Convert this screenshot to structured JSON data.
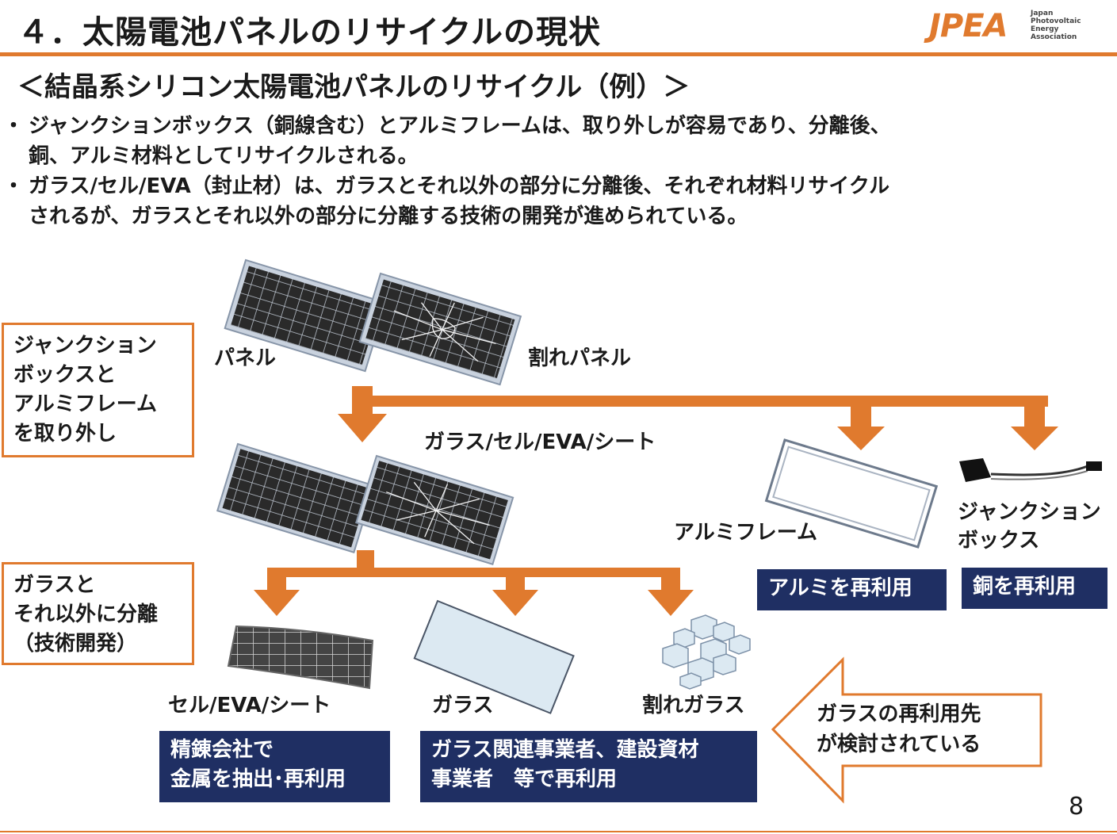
{
  "header": {
    "title": "４．太陽電池パネルのリサイクルの現状",
    "logo": {
      "mark": "JPEA",
      "lines": [
        "Japan",
        "Photovoltaic",
        "Energy",
        "Association"
      ]
    }
  },
  "subtitle": "＜結晶系シリコン太陽電池パネルのリサイクル（例）＞",
  "bullets": [
    [
      "ジャンクションボックス（銅線含む）とアルミフレームは、取り外しが容易であり、分離後、",
      "銅、アルミ材料としてリサイクルされる。"
    ],
    [
      "ガラス/セル/EVA（封止材）は、ガラスとそれ以外の部分に分離後、それぞれ材料リサイクル",
      "されるが、ガラスとそれ以外の部分に分離する技術の開発が進められている。"
    ]
  ],
  "step_boxes": {
    "removal": [
      "ジャンクション",
      "ボックスと",
      "アルミフレーム",
      "を取り外し"
    ],
    "separation": [
      "ガラスと",
      "それ以外に分離",
      "（技術開発）"
    ]
  },
  "labels": {
    "panel": "パネル",
    "broken_panel": "割れパネル",
    "laminate": "ガラス/セル/EVA/シート",
    "aluminum_frame": "アルミフレーム",
    "junction_box": [
      "ジャンクション",
      "ボックス"
    ],
    "cell_eva_sheet": "セル/EVA/シート",
    "glass": "ガラス",
    "broken_glass": "割れガラス"
  },
  "reuse_boxes": {
    "aluminum": [
      "アルミを再利用"
    ],
    "copper": [
      "銅を再利用"
    ],
    "metal": [
      "精錬会社で",
      "金属を抽出･再利用"
    ],
    "glass": [
      "ガラス関連事業者、建設資材",
      "事業者　等で再利用"
    ]
  },
  "callout": [
    "ガラスの再利用先",
    "が検討されている"
  ],
  "page_number": "8",
  "colors": {
    "accent": "#e07a2e",
    "navy": "#1f2f63",
    "panel_dark": "#2a2a2a",
    "panel_frame": "#c9d2de",
    "glass": "#dce9f2"
  }
}
